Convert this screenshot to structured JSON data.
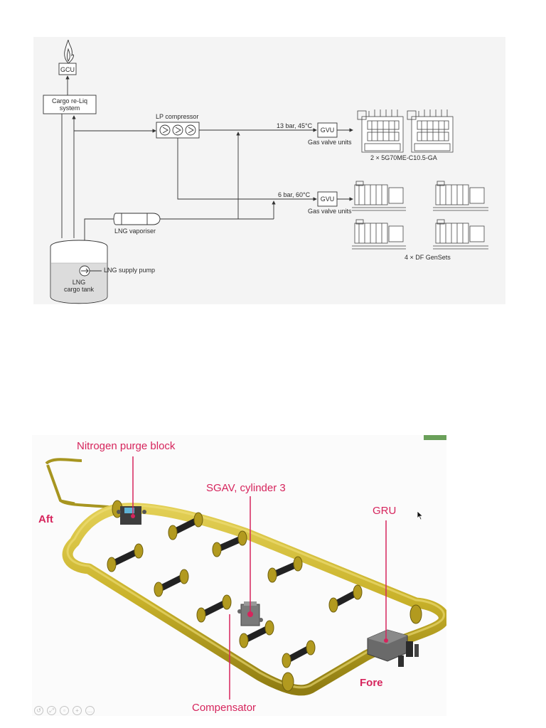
{
  "schematic": {
    "gcu_label": "GCU",
    "reliq_label_line1": "Cargo re-Liq",
    "reliq_label_line2": "system",
    "lp_compressor_label": "LP compressor",
    "high_pressure_label": "13 bar, 45°C",
    "low_pressure_label": "6 bar, 60°C",
    "gvu_label_top": "GVU",
    "gvu_label_bottom": "GVU",
    "gas_valve_units_top": "Gas valve units",
    "gas_valve_units_bottom": "Gas valve units",
    "main_engines_label": "2 × 5G70ME-C10.5-GA",
    "gensets_label": "4 × DF GenSets",
    "vaporiser_label": "LNG vaporiser",
    "supply_pump_label": "LNG supply pump",
    "tank_label_line1": "LNG",
    "tank_label_line2": "cargo tank"
  },
  "rail": {
    "nitrogen_purge_block": "Nitrogen purge block",
    "sgav_cylinder": "SGAV, cylinder 3",
    "gru": "GRU",
    "aft": "Aft",
    "fore": "Fore",
    "compensator": "Compensator",
    "pipe_color": "#c9b22a",
    "callout_color": "#d6245c"
  },
  "viewer_controls": [
    "rotate-left-icon",
    "zoom-fit-icon",
    "page-icon",
    "zoom-in-icon",
    "more-icon"
  ]
}
